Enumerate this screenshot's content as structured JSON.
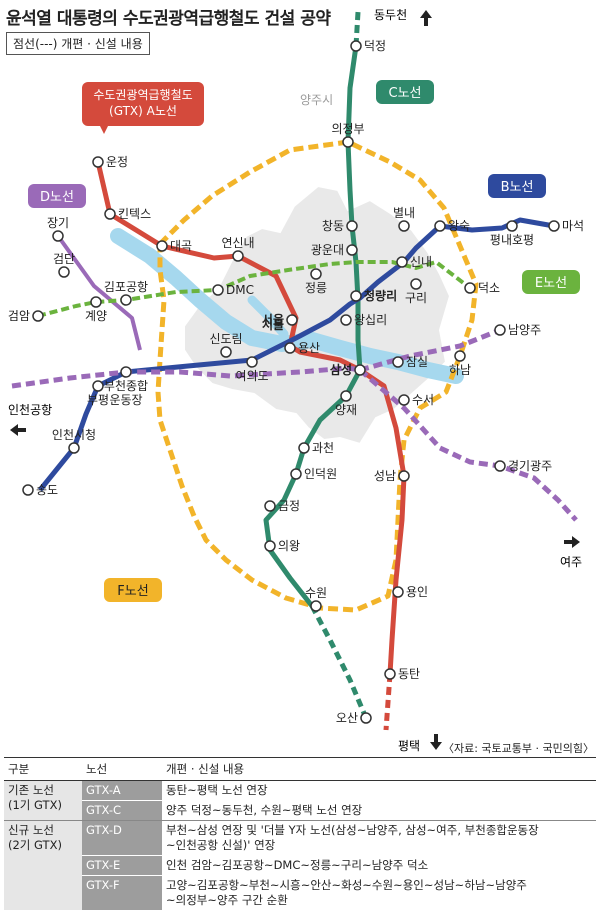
{
  "title": "윤석열 대통령의 수도권광역급행철도 건설 공약",
  "legend": "점선(---) 개편 · 신설 내용",
  "source": "〈자료: 국토교통부 · 국민의힘〉",
  "colors": {
    "line_a": "#d44a3c",
    "line_b": "#2e4a9e",
    "line_c": "#2f8a6c",
    "line_d": "#9a6ab8",
    "line_e": "#6bb33e",
    "line_f": "#f2b42a",
    "seoul": "#e9e9e9",
    "river": "#a6d8ee"
  },
  "lines": {
    "a_label": "수도권광역급행철도 (GTX) A노선",
    "b_label": "B노선",
    "c_label": "C노선",
    "d_label": "D노선",
    "e_label": "E노선",
    "f_label": "F노선"
  },
  "places": {
    "yangju": "양주시",
    "seoul": "서울",
    "dongducheon": "동두천",
    "pyeongtaek": "평택",
    "incheon_airport": "인천공항",
    "yeoju": "여주"
  },
  "stations": {
    "deokjeong": "덕정",
    "uijeongbu": "의정부",
    "changdong": "창동",
    "gwangundae": "광운대",
    "cheongnyangni": "청량리",
    "wangsimni": "왕십리",
    "samseong": "삼성",
    "yangjae": "양재",
    "gwacheon": "과천",
    "indeogwon": "인덕원",
    "geumjeong": "금정",
    "uiwang": "의왕",
    "suwon": "수원",
    "osan": "오산",
    "unjeong": "운정",
    "kintex": "킨텍스",
    "daegok": "대곡",
    "yeonsinnae": "연신내",
    "seoul_st": "서울",
    "yongsan": "용산",
    "seongnam": "성남",
    "yongin": "용인",
    "dongtan": "동탄",
    "byeollae": "별내",
    "wangsuk": "왕숙",
    "pyeongnae": "평내호평",
    "maseok": "마석",
    "sangbong": "신내",
    "guri": "구리",
    "deokso": "덕소",
    "jeongneung": "정릉",
    "dmc": "DMC",
    "gimpo_airport": "김포공항",
    "gyeyang": "계양",
    "geomdan": "검단",
    "janggi": "장기",
    "geomam": "검암",
    "bupyeong": "부평",
    "incheon_city": "인천시청",
    "songdo": "송도",
    "sindorim": "신도림",
    "yeouido": "여의도",
    "bucheon_sports": "부천종합\n운동장",
    "jamsil": "잠실",
    "suseo": "수서",
    "hanam": "하남",
    "namyangju": "남양주",
    "gyeonggi_gwangju": "경기광주"
  },
  "table": {
    "headers": [
      "구분",
      "노선",
      "개편 · 신설 내용"
    ],
    "rows": [
      {
        "group": "기존 노선\n(1기 GTX)",
        "line": "GTX-A",
        "content": "동탄~평택 노선 연장"
      },
      {
        "group": "",
        "line": "GTX-C",
        "content": "양주 덕정~동두천, 수원~평택 노선 연장"
      },
      {
        "group": "신규 노선\n(2기 GTX)",
        "line": "GTX-D",
        "content": "부천~삼성 연장 및 '더블 Y자 노선(삼성~남양주, 삼성~여주, 부천종합운동장\n~인천공항 신설)' 연장"
      },
      {
        "group": "",
        "line": "GTX-E",
        "content": "인천 검암~김포공항~DMC~정릉~구리~남양주 덕소"
      },
      {
        "group": "",
        "line": "GTX-F",
        "content": "고양~김포공항~부천~시흥~안산~화성~수원~용인~성남~하남~남양주\n~의정부~양주 구간 순환"
      }
    ]
  }
}
